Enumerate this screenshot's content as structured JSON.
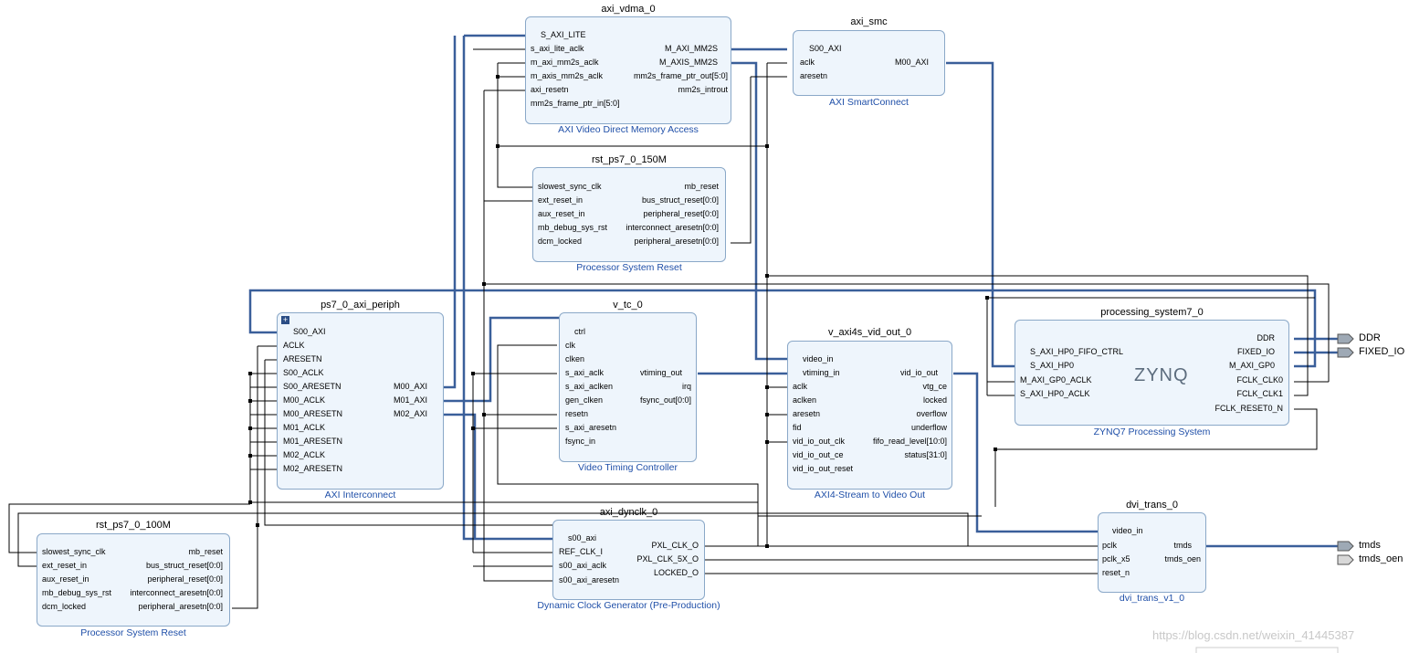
{
  "blocks": {
    "axi_vdma": {
      "name": "axi_vdma_0",
      "subtitle": "AXI Video Direct Memory Access",
      "left_ports": [
        "S_AXI_LITE",
        "s_axi_lite_aclk",
        "m_axi_mm2s_aclk",
        "m_axis_mm2s_aclk",
        "axi_resetn",
        "mm2s_frame_ptr_in[5:0]"
      ],
      "right_ports": [
        "M_AXI_MM2S",
        "M_AXIS_MM2S",
        "mm2s_frame_ptr_out[5:0]",
        "mm2s_introut"
      ]
    },
    "axi_smc": {
      "name": "axi_smc",
      "subtitle": "AXI SmartConnect",
      "left_ports": [
        "S00_AXI",
        "aclk",
        "aresetn"
      ],
      "right_ports": [
        "M00_AXI"
      ]
    },
    "rst150": {
      "name": "rst_ps7_0_150M",
      "subtitle": "Processor System Reset",
      "left_ports": [
        "slowest_sync_clk",
        "ext_reset_in",
        "aux_reset_in",
        "mb_debug_sys_rst",
        "dcm_locked"
      ],
      "right_ports": [
        "mb_reset",
        "bus_struct_reset[0:0]",
        "peripheral_reset[0:0]",
        "interconnect_aresetn[0:0]",
        "peripheral_aresetn[0:0]"
      ]
    },
    "periph": {
      "name": "ps7_0_axi_periph",
      "subtitle": "AXI Interconnect",
      "left_ports": [
        "S00_AXI",
        "ACLK",
        "ARESETN",
        "S00_ACLK",
        "S00_ARESETN",
        "M00_ACLK",
        "M00_ARESETN",
        "M01_ACLK",
        "M01_ARESETN",
        "M02_ACLK",
        "M02_ARESETN"
      ],
      "right_ports": [
        "M00_AXI",
        "M01_AXI",
        "M02_AXI"
      ]
    },
    "vtc": {
      "name": "v_tc_0",
      "subtitle": "Video Timing Controller",
      "left_ports": [
        "ctrl",
        "clk",
        "clken",
        "s_axi_aclk",
        "s_axi_aclken",
        "gen_clken",
        "resetn",
        "s_axi_aresetn",
        "fsync_in"
      ],
      "right_ports": [
        "vtiming_out",
        "irq",
        "fsync_out[0:0]"
      ]
    },
    "vout": {
      "name": "v_axi4s_vid_out_0",
      "subtitle": "AXI4-Stream to Video Out",
      "left_ports": [
        "video_in",
        "vtiming_in",
        "aclk",
        "aclken",
        "aresetn",
        "fid",
        "vid_io_out_clk",
        "vid_io_out_ce",
        "vid_io_out_reset"
      ],
      "right_ports": [
        "vid_io_out",
        "vtg_ce",
        "locked",
        "overflow",
        "underflow",
        "fifo_read_level[10:0]",
        "status[31:0]"
      ]
    },
    "ps7": {
      "name": "processing_system7_0",
      "subtitle": "ZYNQ7 Processing System",
      "logo": "ZYNQ",
      "left_ports": [
        "S_AXI_HP0_FIFO_CTRL",
        "S_AXI_HP0",
        "M_AXI_GP0_ACLK",
        "S_AXI_HP0_ACLK"
      ],
      "right_ports": [
        "DDR",
        "FIXED_IO",
        "M_AXI_GP0",
        "FCLK_CLK0",
        "FCLK_CLK1",
        "FCLK_RESET0_N"
      ]
    },
    "rst100": {
      "name": "rst_ps7_0_100M",
      "subtitle": "Processor System Reset",
      "left_ports": [
        "slowest_sync_clk",
        "ext_reset_in",
        "aux_reset_in",
        "mb_debug_sys_rst",
        "dcm_locked"
      ],
      "right_ports": [
        "mb_reset",
        "bus_struct_reset[0:0]",
        "peripheral_reset[0:0]",
        "interconnect_aresetn[0:0]",
        "peripheral_aresetn[0:0]"
      ]
    },
    "dynclk": {
      "name": "axi_dynclk_0",
      "subtitle": "Dynamic Clock Generator (Pre-Production)",
      "left_ports": [
        "s00_axi",
        "REF_CLK_I",
        "s00_axi_aclk",
        "s00_axi_aresetn"
      ],
      "right_ports": [
        "PXL_CLK_O",
        "PXL_CLK_5X_O",
        "LOCKED_O"
      ]
    },
    "dvi": {
      "name": "dvi_trans_0",
      "subtitle": "dvi_trans_v1_0",
      "left_ports": [
        "video_in",
        "pclk",
        "pclk_x5",
        "reset_n"
      ],
      "right_ports": [
        "tmds",
        "tmds_oen"
      ]
    }
  },
  "external_ports": [
    "DDR",
    "FIXED_IO",
    "tmds",
    "tmds_oen"
  ],
  "watermark": "https://blog.csdn.net/weixin_41445387",
  "colors": {
    "block_fill": "#eef5fc",
    "block_border": "#8aa8c8",
    "bus": "#3a5f9a",
    "wire": "#000000",
    "subtitle": "#1f4fa8"
  }
}
